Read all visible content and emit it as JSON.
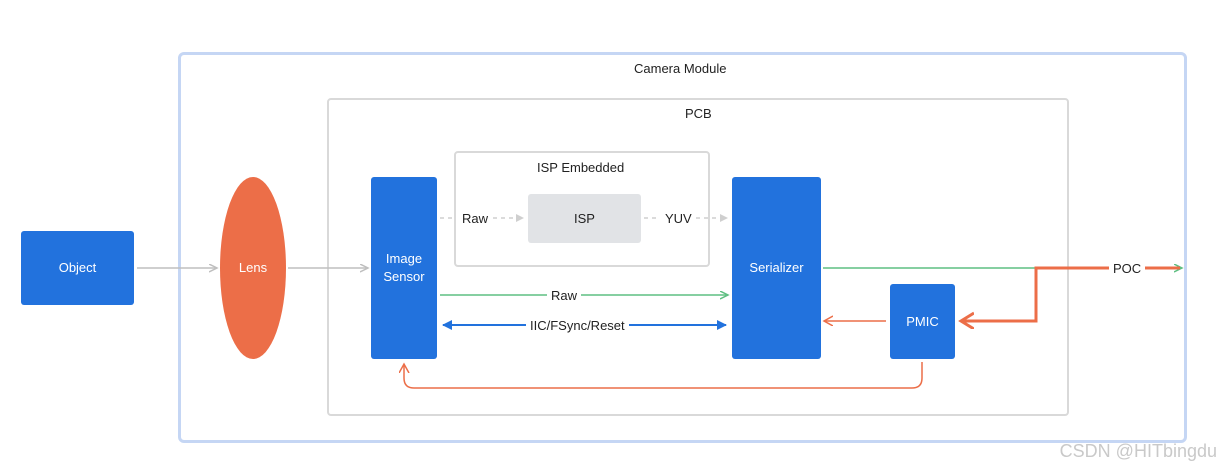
{
  "frames": {
    "camera_module": "Camera Module",
    "pcb": "PCB",
    "isp_embedded": "ISP Embedded"
  },
  "blocks": {
    "object": "Object",
    "lens": "Lens",
    "image_sensor": "Image\nSensor",
    "isp": "ISP",
    "serializer": "Serializer",
    "pmic": "PMIC"
  },
  "links": {
    "raw_to_isp": "Raw",
    "yuv_to_serializer": "YUV",
    "raw_direct": "Raw",
    "control_bus": "IIC/FSync/Reset",
    "poc": "POC"
  },
  "colors": {
    "block_blue": "#2272dd",
    "lens_orange": "#ec6e48",
    "power_orange": "#ec6e48",
    "data_green": "#5fbf82",
    "control_blue": "#2272dd",
    "optical_gray": "#bfbfbf"
  },
  "watermark": "CSDN @HITbingdu"
}
